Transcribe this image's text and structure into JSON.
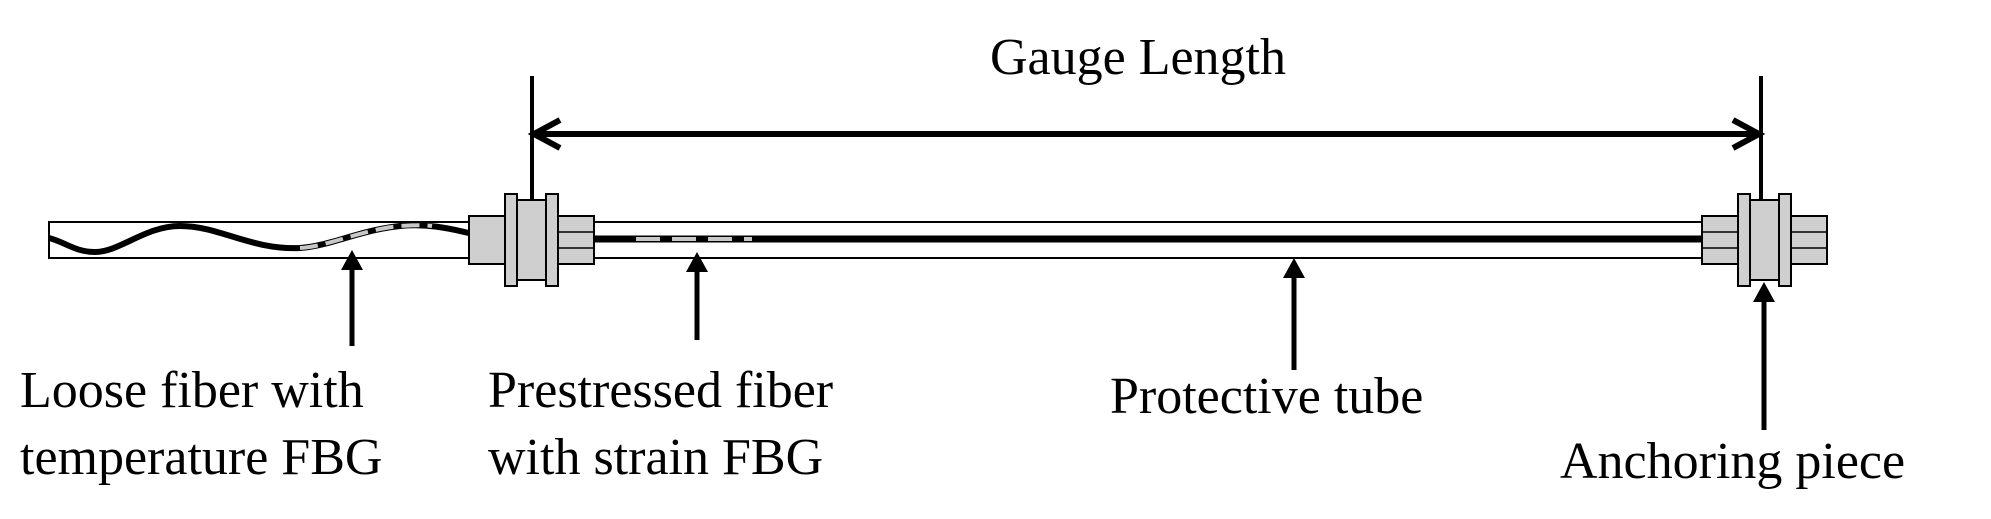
{
  "diagram": {
    "gauge_label": "Gauge Length",
    "labels": {
      "loose_fiber": [
        "Loose fiber with",
        "temperature FBG"
      ],
      "prestressed_fiber": [
        "Prestressed fiber",
        "with strain FBG"
      ],
      "protective_tube": "Protective tube",
      "anchoring_piece": "Anchoring piece"
    }
  },
  "colors": {
    "line": "#000000",
    "anchor_fill": "#cfcfcf",
    "fbg_dash": "#c8c8c8",
    "background": "#ffffff"
  }
}
